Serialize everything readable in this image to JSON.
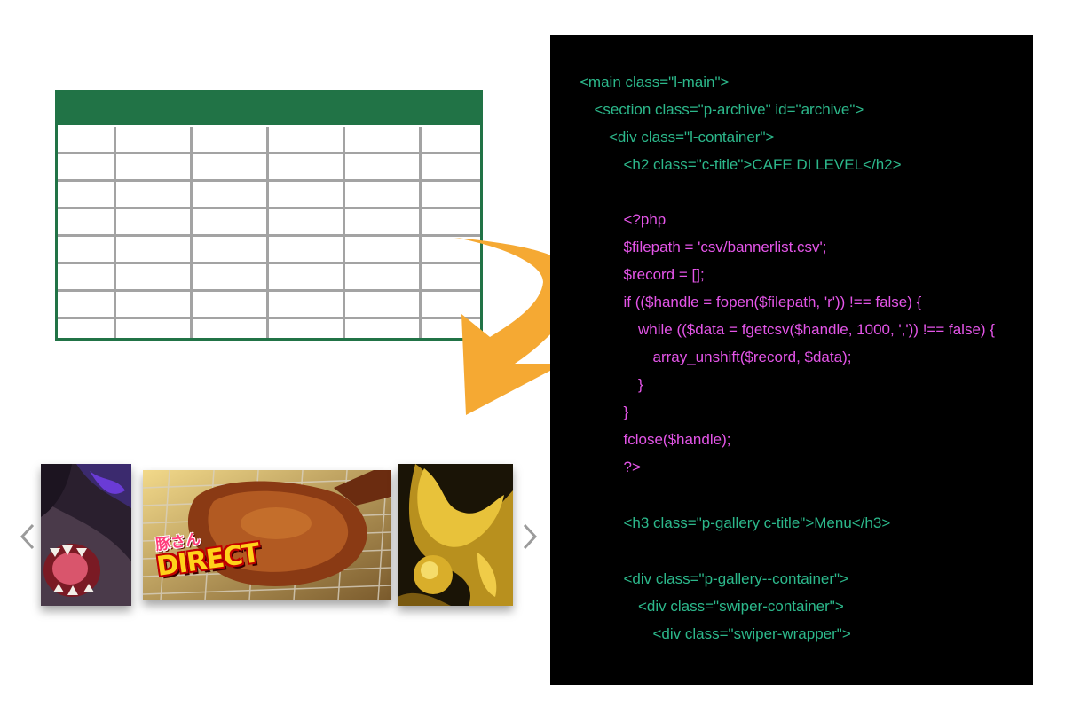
{
  "colors": {
    "sheet_green": "#217346",
    "grid_gray": "#a3a3a3",
    "arrow_orange": "#f5a933",
    "html_code": "#2cb88b",
    "php_code": "#e455e8",
    "code_background": "#000000"
  },
  "spreadsheet": {
    "rows": 8,
    "columns": 6
  },
  "carousel": {
    "prev_icon": "chevron-left-icon",
    "next_icon": "chevron-right-icon",
    "slides": [
      {
        "name": "slide-left",
        "content": "monster-illustration"
      },
      {
        "name": "slide-center",
        "sub_text": "豚さん",
        "main_text": "DIRECT"
      },
      {
        "name": "slide-right",
        "content": "golden-dragon-statue"
      }
    ]
  },
  "code": {
    "lines": [
      {
        "indent": 0,
        "kind": "html",
        "text": "<main class=\"l-main\">"
      },
      {
        "indent": 1,
        "kind": "html",
        "text": "<section class=\"p-archive\" id=\"archive\">"
      },
      {
        "indent": 2,
        "kind": "html",
        "text": "<div class=\"l-container\">"
      },
      {
        "indent": 3,
        "kind": "html",
        "text": "<h2 class=\"c-title\">CAFE DI LEVEL</h2>"
      },
      {
        "indent": 3,
        "kind": "php",
        "text": "<?php"
      },
      {
        "indent": 3,
        "kind": "php",
        "text": "$filepath = 'csv/bannerlist.csv';"
      },
      {
        "indent": 3,
        "kind": "php",
        "text": "$record = [];"
      },
      {
        "indent": 3,
        "kind": "php",
        "text": "if (($handle = fopen($filepath, 'r')) !== false) {"
      },
      {
        "indent": 4,
        "kind": "php",
        "text": "while (($data = fgetcsv($handle, 1000, ',')) !== false) {"
      },
      {
        "indent": 5,
        "kind": "php",
        "text": "array_unshift($record, $data);"
      },
      {
        "indent": 4,
        "kind": "php",
        "text": "}"
      },
      {
        "indent": 3,
        "kind": "php",
        "text": "}"
      },
      {
        "indent": 3,
        "kind": "php",
        "text": "fclose($handle);"
      },
      {
        "indent": 3,
        "kind": "php",
        "text": "?>"
      },
      {
        "indent": 3,
        "kind": "html",
        "text": "<h3 class=\"p-gallery c-title\">Menu</h3>"
      },
      {
        "indent": 3,
        "kind": "html",
        "text": "<div class=\"p-gallery--container\">"
      },
      {
        "indent": 4,
        "kind": "html",
        "text": "<div class=\"swiper-container\">"
      },
      {
        "indent": 5,
        "kind": "html",
        "text": "<div class=\"swiper-wrapper\">"
      }
    ]
  }
}
